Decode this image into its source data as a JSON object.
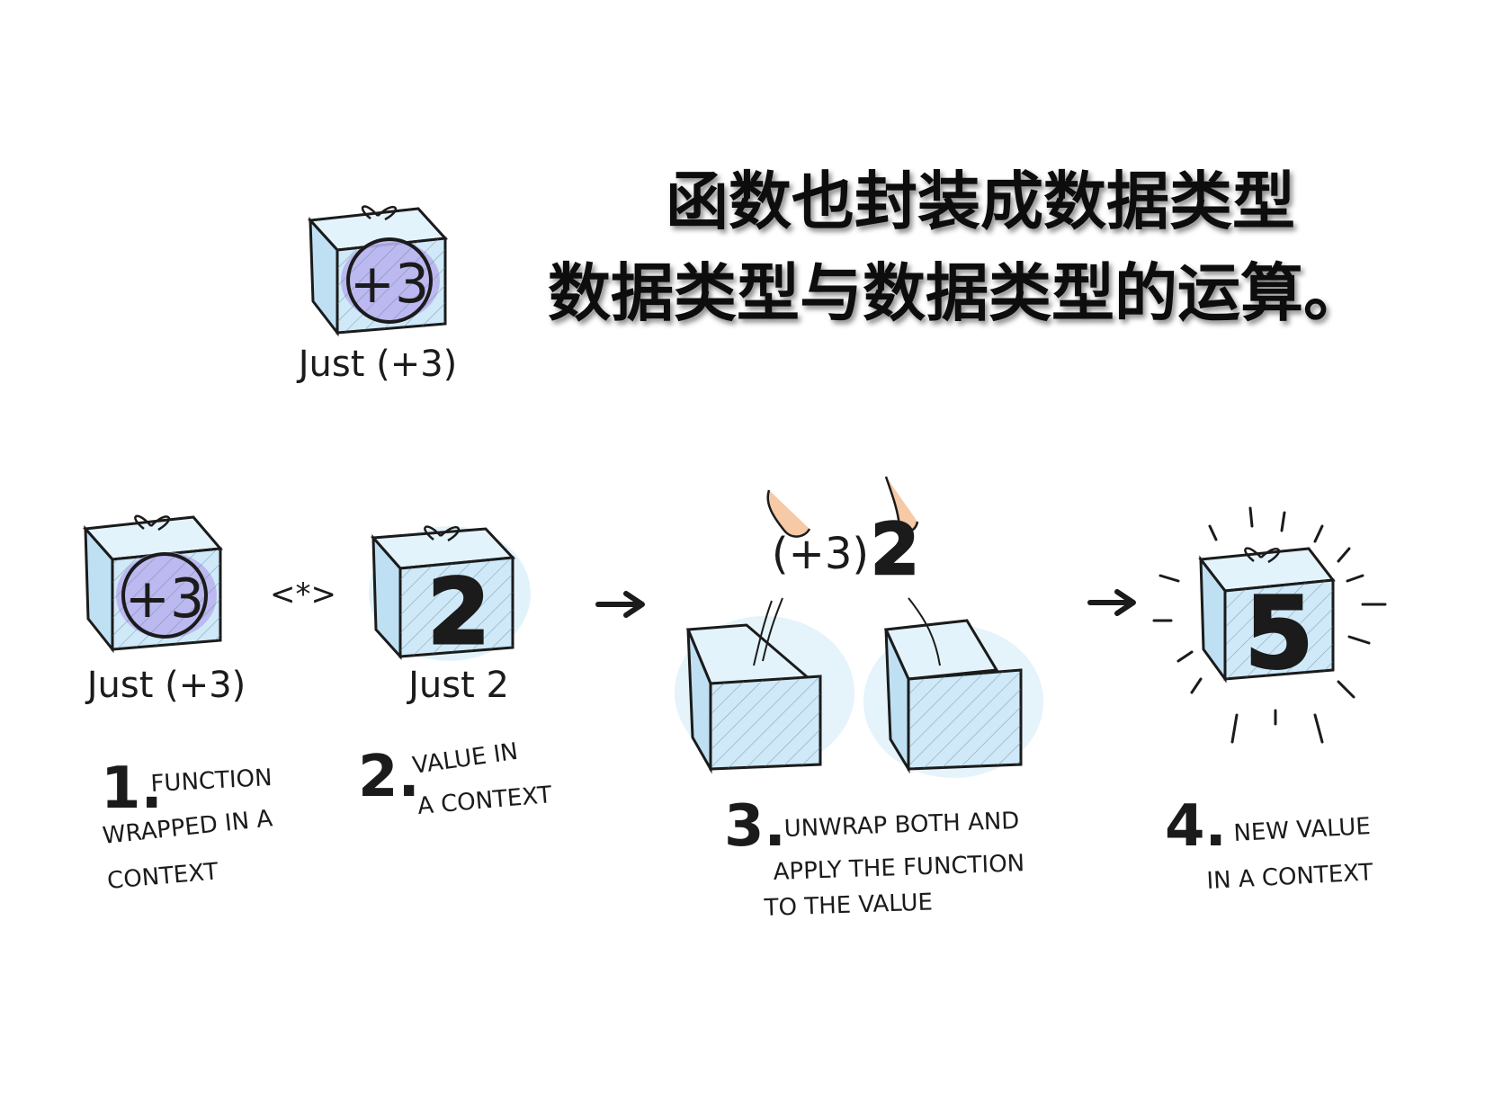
{
  "title": {
    "line1": "函数也封装成数据类型",
    "line2": "数据类型与数据类型的运算。"
  },
  "top_box": {
    "symbol": "+3",
    "caption": "Just (+3)"
  },
  "operator": "<*>",
  "boxes": {
    "function_box": {
      "symbol": "+3",
      "caption": "Just (+3)"
    },
    "value_box": {
      "symbol": "2",
      "caption": "Just 2"
    },
    "result_box": {
      "symbol": "5"
    }
  },
  "step3_symbols": {
    "function": "(+3)",
    "value": "2"
  },
  "steps": [
    {
      "number": "1.",
      "lines": [
        "FUNCTION",
        "WRAPPED IN A",
        "CONTEXT"
      ]
    },
    {
      "number": "2.",
      "lines": [
        "VALUE IN",
        "A CONTEXT"
      ]
    },
    {
      "number": "3.",
      "lines": [
        "UNWRAP BOTH AND",
        "APPLY THE FUNCTION",
        "TO THE VALUE"
      ]
    },
    {
      "number": "4.",
      "lines": [
        "NEW VALUE",
        "IN A CONTEXT"
      ]
    }
  ],
  "colors": {
    "box_fill": "#cfe9f8",
    "function_fill": "#b9b3ee",
    "value_fill": "#e8ef6e",
    "outline": "#1b1b1b"
  }
}
